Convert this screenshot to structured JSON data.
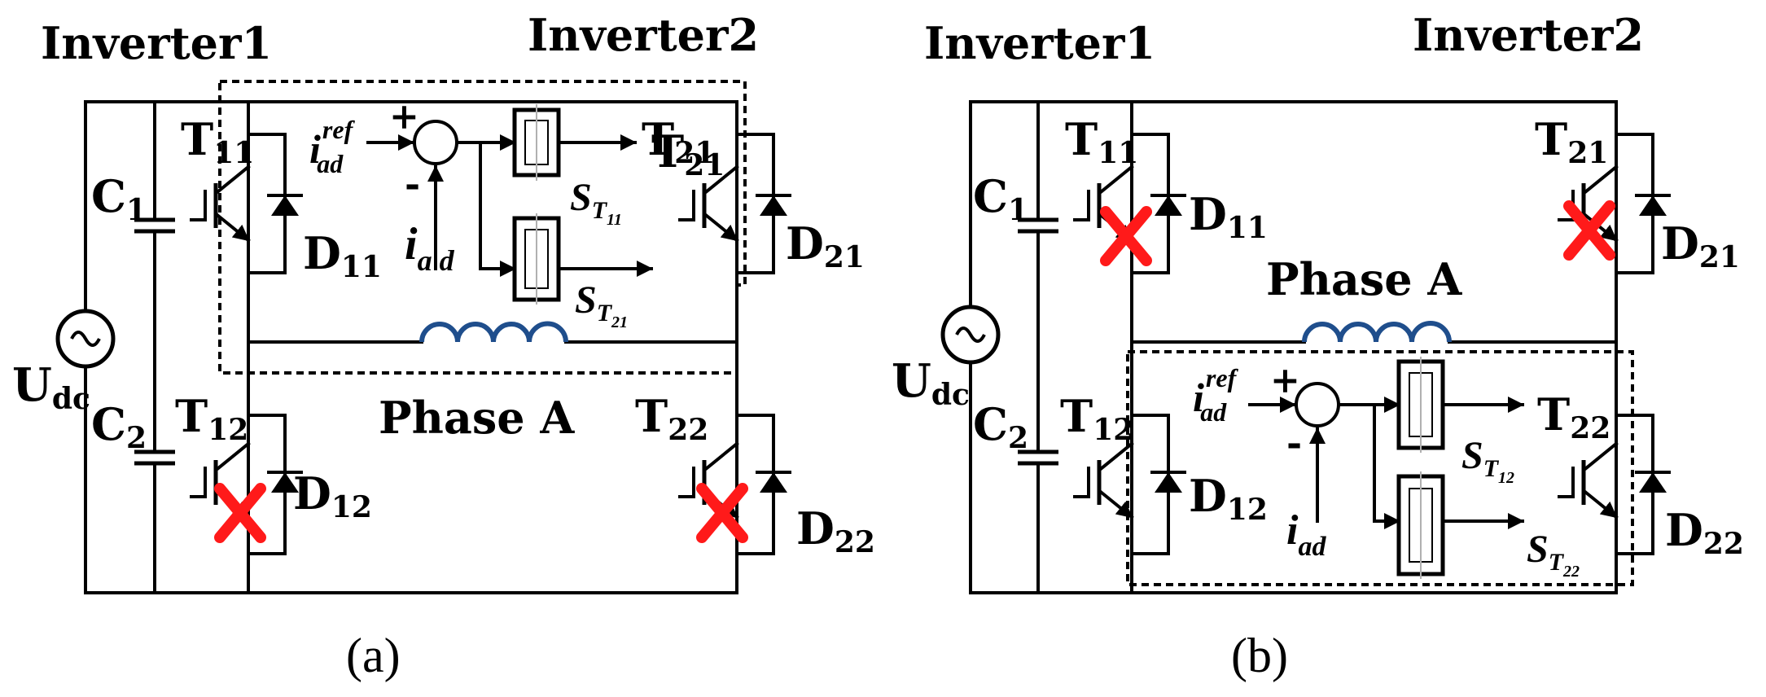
{
  "colors": {
    "wire": "#000000",
    "inductor": "#1f4e8c",
    "fault": "#ff1a1a",
    "comparator_stripe": "#b0b0b0"
  },
  "icons": {
    "fault_mark": "cross-icon",
    "source": "ac-source-icon"
  },
  "panels": [
    {
      "caption": "(a)",
      "inverter1": "Inverter1",
      "inverter2": "Inverter2",
      "phase": "Phase A",
      "source": {
        "main": "U",
        "sub": "dc"
      },
      "capacitors": [
        {
          "main": "C",
          "sub": "1"
        },
        {
          "main": "C",
          "sub": "2"
        }
      ],
      "switches": [
        {
          "main": "T",
          "sub": "11"
        },
        {
          "main": "T",
          "sub": "12"
        },
        {
          "main": "T",
          "sub": "21"
        },
        {
          "main": "T",
          "sub": "22"
        }
      ],
      "diodes": [
        {
          "main": "D",
          "sub": "11"
        },
        {
          "main": "D",
          "sub": "12"
        },
        {
          "main": "D",
          "sub": "21"
        },
        {
          "main": "D",
          "sub": "22"
        }
      ],
      "controller": {
        "ref": {
          "main": "i",
          "sup": "ref",
          "sub": "ad"
        },
        "meas": {
          "main": "i",
          "sub": "a d"
        },
        "plus": "+",
        "minus": "-",
        "out1": {
          "main": "S",
          "sub": "T",
          "subsub": "11"
        },
        "out2": {
          "main": "S",
          "sub": "T",
          "subsub": "21"
        },
        "out_target": {
          "main": "T",
          "sub": "21"
        }
      }
    },
    {
      "caption": "(b)",
      "inverter1": "Inverter1",
      "inverter2": "Inverter2",
      "phase": "Phase A",
      "source": {
        "main": "U",
        "sub": "dc"
      },
      "capacitors": [
        {
          "main": "C",
          "sub": "1"
        },
        {
          "main": "C",
          "sub": "2"
        }
      ],
      "switches": [
        {
          "main": "T",
          "sub": "11"
        },
        {
          "main": "T",
          "sub": "12"
        },
        {
          "main": "T",
          "sub": "21"
        },
        {
          "main": "T",
          "sub": "22"
        }
      ],
      "diodes": [
        {
          "main": "D",
          "sub": "11"
        },
        {
          "main": "D",
          "sub": "12"
        },
        {
          "main": "D",
          "sub": "21"
        },
        {
          "main": "D",
          "sub": "22"
        }
      ],
      "controller": {
        "ref": {
          "main": "i",
          "sup": "ref",
          "sub": "ad"
        },
        "meas": {
          "main": "i",
          "sub": "ad"
        },
        "plus": "+",
        "minus": "-",
        "out1": {
          "main": "S",
          "sub": "T",
          "subsub": "12"
        },
        "out2": {
          "main": "S",
          "sub": "T",
          "subsub": "22"
        },
        "out_target": {
          "main": "T",
          "sub": "22"
        }
      }
    }
  ]
}
